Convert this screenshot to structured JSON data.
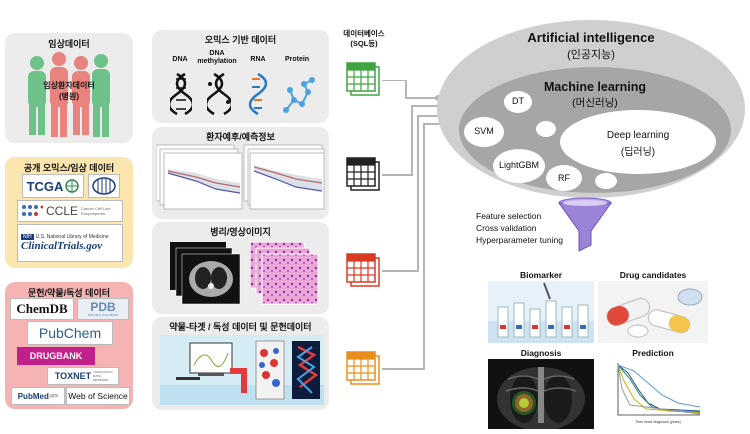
{
  "left": {
    "clinical": {
      "title": "임상데이터",
      "figure_label": "임상환자데이터",
      "figure_sub": "(병원)"
    },
    "public": {
      "title": "공개 오믹스/임상 데이터",
      "tcga": "TCGA",
      "ccle": "CCLE",
      "ccle_sub": "Cancer Cell Line Encyclopedia",
      "nlm": "U.S. National Library of Medicine",
      "nih": "NIH",
      "clinicaltrials": "ClinicalTrials.gov"
    },
    "literature": {
      "title": "문헌/약물/독성 데이터",
      "chemdb": "ChemDB",
      "pdb": "PDB",
      "pdb_sub": "PROTEIN DATA BANK",
      "pubchem": "PubChem",
      "drugbank": "DRUGBANK",
      "toxnet": "TOXNET",
      "toxnet_sub": "TOXICOLOGY DATA NETWORK",
      "pubmed": "PubMed",
      "pubmed_suffix": ".gov",
      "wos": "Web of Science"
    }
  },
  "middle": {
    "omics": {
      "title": "오믹스 기반 데이터",
      "items": [
        "DNA",
        "DNA methylation",
        "RNA",
        "Protein"
      ]
    },
    "prognosis": {
      "title": "환자예후/예측정보"
    },
    "imaging": {
      "title": "병리/영상이미지"
    },
    "drug": {
      "title": "약물-타겟 / 독성 데이터 및 문헌데이터"
    }
  },
  "database": {
    "title": "데이터베이스",
    "subtitle": "(SQL등)"
  },
  "ai": {
    "title": "Artificial intelligence",
    "title_ko": "(인공지능)",
    "ml_title": "Machine learning",
    "ml_ko": "(머신러닝)",
    "dt": "DT",
    "svm": "SVM",
    "lightgbm": "LightGBM",
    "rf": "RF",
    "dl": "Deep learning",
    "dl_ko": "(딥러닝)"
  },
  "funnel": {
    "steps": [
      "Feature selection",
      "Cross validation",
      "Hyperparameter tuning"
    ]
  },
  "outputs": {
    "biomarker": "Biomarker",
    "drug_candidates": "Drug candidates",
    "diagnosis": "Diagnosis",
    "prediction": "Prediction",
    "prediction_xlabel": "Time since diagnosis (years)"
  },
  "colors": {
    "panel_gray": "#ececec",
    "public_bg": "#fbe6b0",
    "literature_bg": "#f6b3b3",
    "db_green": "#3fa441",
    "db_black": "#222222",
    "db_red": "#d83a23",
    "db_orange": "#ea8e1b",
    "ai_gray": "#cfcfcf"
  }
}
